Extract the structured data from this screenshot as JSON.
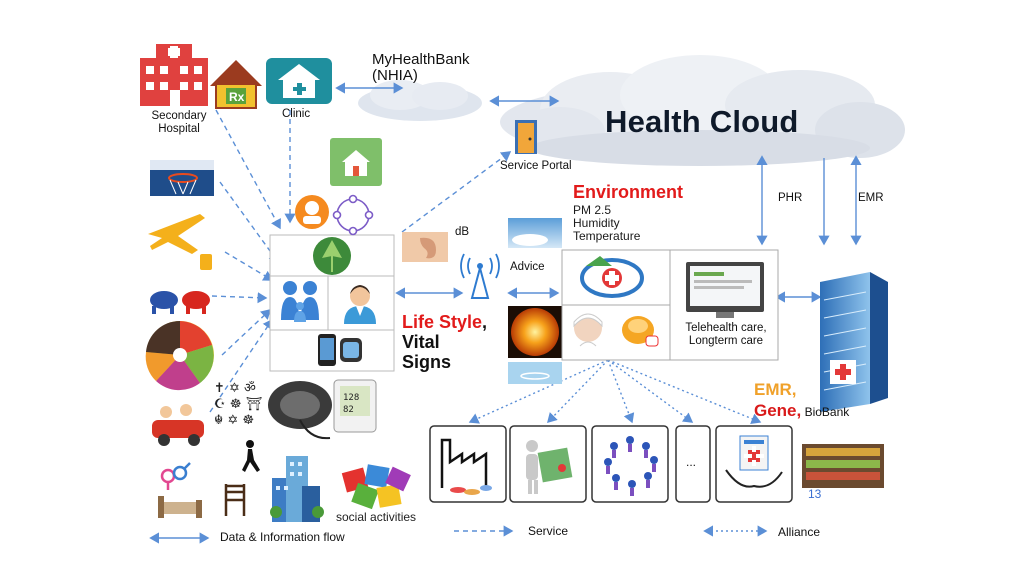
{
  "labels": {
    "secondary_hospital": "Secondary\nHospital",
    "clinic": "Clinic",
    "myhealthbank": "MyHealthBank\n(NHIA)",
    "health_cloud": "Health Cloud",
    "service_portal": "Service Portal",
    "phr": "PHR",
    "emr": "EMR",
    "environment_title": "Environment",
    "environment_items": "PM 2.5\nHumidity\nTemperature",
    "db": "dB",
    "advice": "Advice",
    "life_style": "Life Style",
    "life_style_comma": ",",
    "vital_signs": "Vital\nSigns",
    "telehealth": "Telehealth care,\nLongterm care",
    "emr_line": "EMR,",
    "gene_line": "Gene,",
    "biobank": " BioBank",
    "ellipsis": "...",
    "social_activities": "social activities",
    "page_number": "13"
  },
  "legend": {
    "data_flow": "Data & Information flow",
    "service": "Service",
    "alliance": "Alliance"
  },
  "colors": {
    "arrow": "#5b8fd6",
    "red_title": "#e21b1b",
    "emr_orange": "#f0a12a",
    "hospital_red": "#e0413f",
    "clinic_teal": "#1f8f9e"
  }
}
